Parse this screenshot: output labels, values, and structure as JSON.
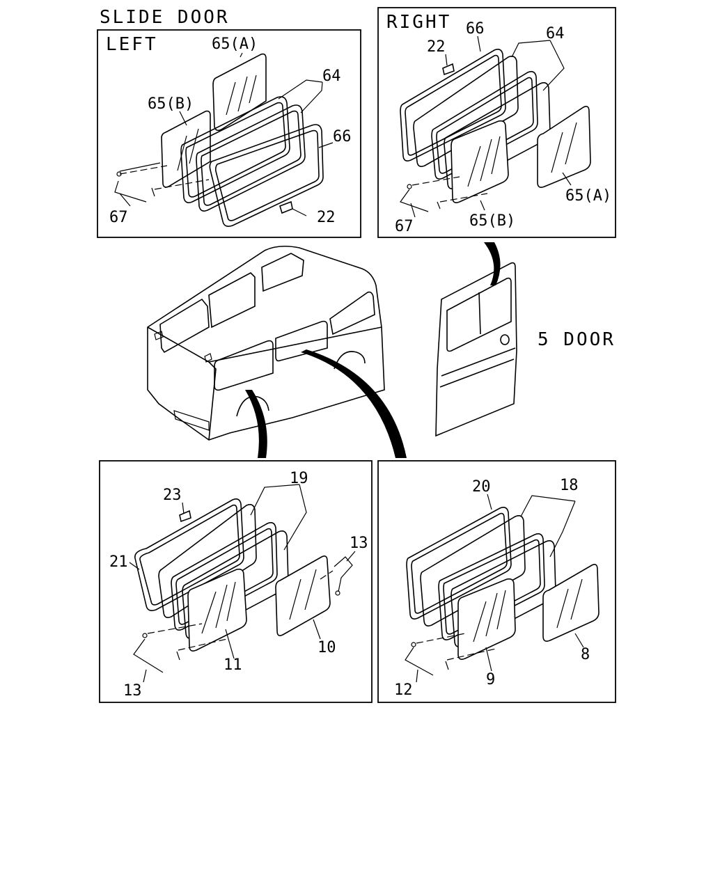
{
  "header": {
    "title": "SLIDE DOOR",
    "five_door": "5 DOOR"
  },
  "panels": {
    "left": {
      "label": "LEFT",
      "callouts": {
        "p65a": "65(A)",
        "p64": "64",
        "p65b": "65(B)",
        "p66": "66",
        "p67": "67",
        "p22": "22"
      }
    },
    "right": {
      "label": "RIGHT",
      "callouts": {
        "p66": "66",
        "p22": "22",
        "p64": "64",
        "p65a": "65(A)",
        "p67": "67",
        "p65b": "65(B)"
      }
    },
    "bottom_left": {
      "callouts": {
        "p23": "23",
        "p19": "19",
        "p21": "21",
        "p13a": "13",
        "p10": "10",
        "p11": "11",
        "p13b": "13"
      }
    },
    "bottom_right": {
      "callouts": {
        "p20": "20",
        "p18": "18",
        "p8": "8",
        "p9": "9",
        "p12": "12"
      }
    }
  }
}
